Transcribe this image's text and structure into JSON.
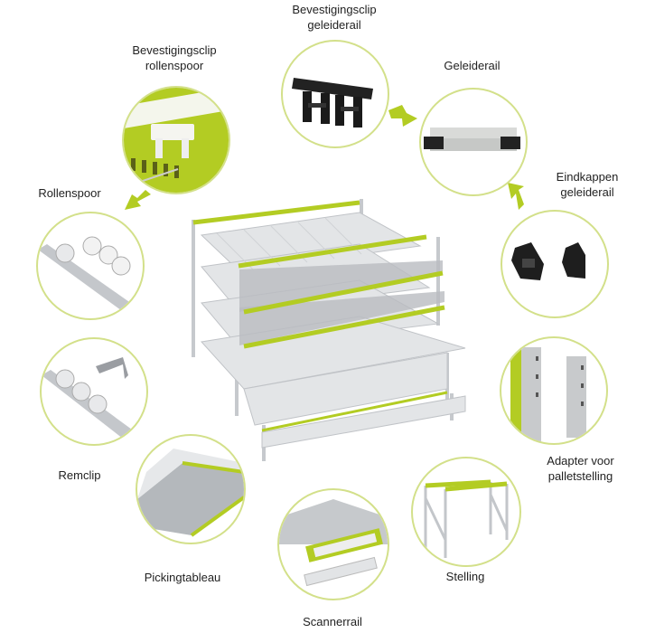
{
  "colors": {
    "accent": "#b3cc23",
    "circle_border": "#d3e08a",
    "steel": "#c9ccd0"
  },
  "parts": {
    "clip_rollenspoor": {
      "line1": "Bevestigingsclip",
      "line2": "rollenspoor"
    },
    "clip_geleiderail": {
      "line1": "Bevestigingsclip",
      "line2": "geleiderail"
    },
    "geleiderail": {
      "label": "Geleiderail"
    },
    "eindkappen": {
      "line1": "Eindkappen",
      "line2": "geleiderail"
    },
    "rollenspoor": {
      "label": "Rollenspoor"
    },
    "remclip": {
      "label": "Remclip"
    },
    "adapter": {
      "line1": "Adapter voor",
      "line2": "palletstelling"
    },
    "pickingtableau": {
      "label": "Pickingtableau"
    },
    "scannerrail": {
      "label": "Scannerrail"
    },
    "stelling": {
      "label": "Stelling"
    }
  }
}
